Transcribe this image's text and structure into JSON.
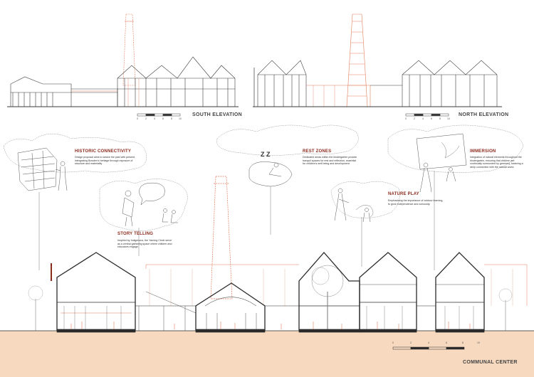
{
  "elevations": {
    "south": {
      "title": "SOUTH ELEVATION",
      "scale_ticks": [
        "0",
        "2",
        "4",
        "6",
        "8",
        "10"
      ]
    },
    "north": {
      "title": "NORTH ELEVATION",
      "scale_ticks": [
        "0",
        "2",
        "4",
        "6",
        "8",
        "10"
      ]
    }
  },
  "section": {
    "title": "COMMUNAL CENTER",
    "scale_ticks": [
      "0",
      "2",
      "4",
      "6",
      "8",
      "10"
    ]
  },
  "annotations": {
    "historic": {
      "title": "HISTORIC CONNECTIVITY",
      "body": "Design proposal aims to weave the past with present, intergrating Bowden's heritage through exposure of structure and materiality"
    },
    "story": {
      "title": "STORY TELLING",
      "body": "Inspired by Indigenous, the Yarning Circle serve as a central gathering space where children and educators engage."
    },
    "rest": {
      "title": "REST ZONES",
      "body": "Dedicated areas within the kindergarten provide tranquil spaces for rest and reflection, essential for children's well being and development",
      "zz": "Z Z"
    },
    "nature": {
      "title": "NATURE PLAY",
      "body": "Emphasising the importance of outdoor learning, to grow independence and curiousity."
    },
    "immersion": {
      "title": "IMMERSION",
      "body": "Integration of natural elements throughout the kindergarten, ensuring that children are continually surrounded by greenery, fostering a deep connection with the natural world."
    }
  },
  "colors": {
    "ground": "#f6d9bf",
    "accent": "#e07c5a",
    "title_red": "#8b2b1e",
    "line": "#2b2b2b"
  }
}
